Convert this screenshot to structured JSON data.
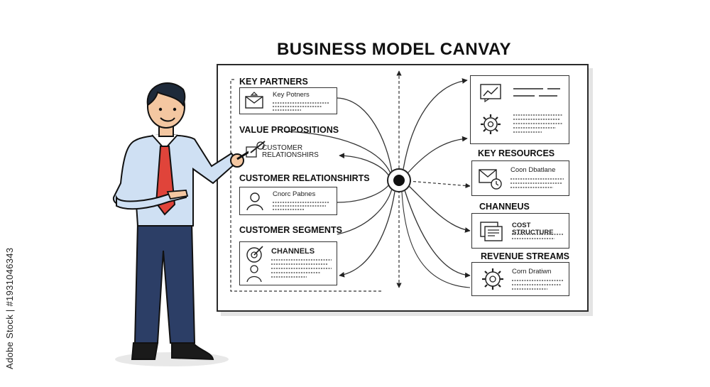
{
  "title": "BUSINESS MODEL CANVAY",
  "watermark": "Adobe Stock | #1931046343",
  "left_sections": [
    {
      "label": "KEY PARTNERS",
      "card_text": "Key Potners"
    },
    {
      "label": "VALUE PROPOSITIONS",
      "card_text": "CUSTOMER\nRELATIONSHIRS"
    },
    {
      "label": "CUSTOMER RELATIONSHIRTS",
      "card_text": "Cnorc Pabnes"
    },
    {
      "label": "CUSTOMER SEGMENTS",
      "card_text": "CHANNELS"
    }
  ],
  "right_sections": [
    {
      "label": "",
      "card_text": ""
    },
    {
      "label": "KEY RESOURCES",
      "card_text": "Coon Dbatlane"
    },
    {
      "label": "CHANNEUS",
      "card_text": "COST STRUCTURE"
    },
    {
      "label": "REVENUE STREAMS",
      "card_text": "Corn Dratiwn"
    }
  ],
  "icons": {
    "card1": "envelope-icon",
    "card2": "pointer-icon",
    "card3": "people-icon",
    "card4": "target-person-icon",
    "rcard1_a": "chart-icon",
    "rcard1_b": "gear-icon",
    "rcard2": "mail-clock-icon",
    "rcard3": "documents-icon",
    "rcard4": "gear-icon"
  },
  "colors": {
    "shirt": "#cfe0f3",
    "tie": "#e0443a",
    "pants": "#2c3e66",
    "hair": "#1e2a3a",
    "line": "#2a2a2a"
  }
}
